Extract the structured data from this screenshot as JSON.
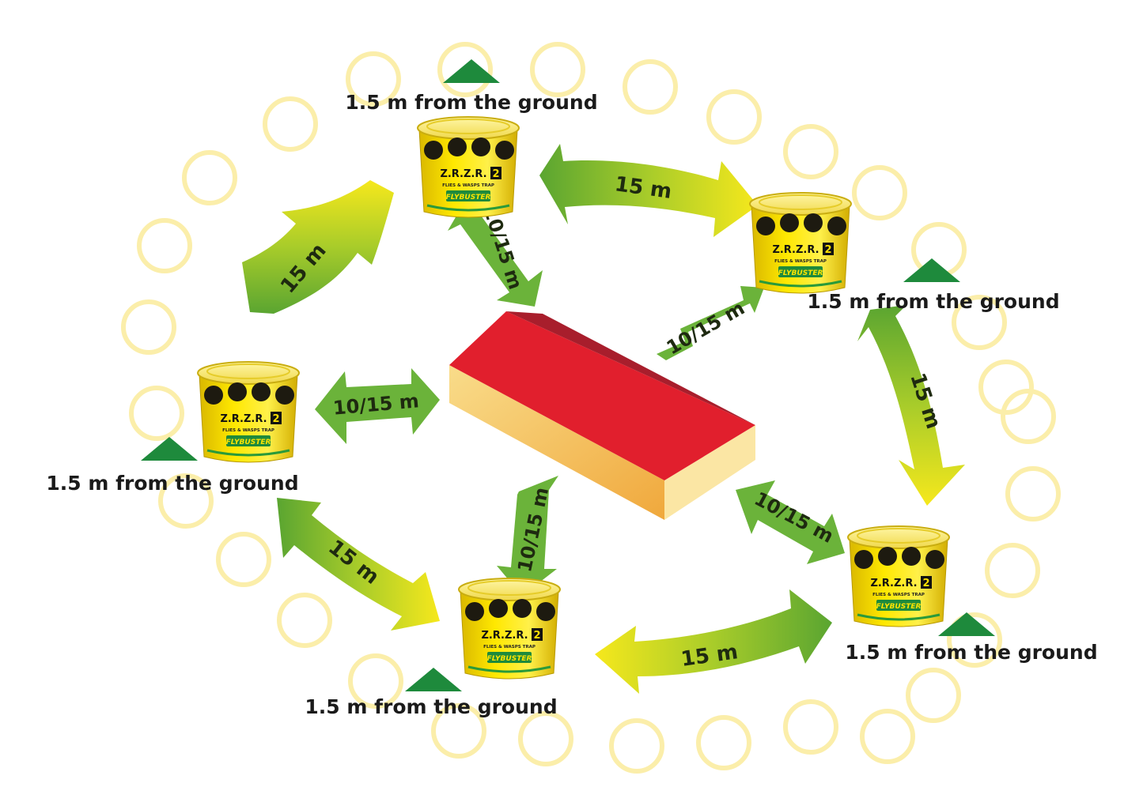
{
  "traps": [
    {
      "brand": "Z.R.Z.R.",
      "number": "2",
      "subtitle": "FLIES & WASPS TRAP",
      "logo": "FLYBUSTER",
      "height_label": "1.5 m from the ground"
    },
    {
      "brand": "Z.R.Z.R.",
      "number": "2",
      "subtitle": "FLIES & WASPS TRAP",
      "logo": "FLYBUSTER",
      "height_label": "1.5 m from the ground"
    },
    {
      "brand": "Z.R.Z.R.",
      "number": "2",
      "subtitle": "FLIES & WASPS TRAP",
      "logo": "FLYBUSTER",
      "height_label": "1.5 m from the ground"
    },
    {
      "brand": "Z.R.Z.R.",
      "number": "2",
      "subtitle": "FLIES & WASPS TRAP",
      "logo": "FLYBUSTER",
      "height_label": "1.5 m from the ground"
    },
    {
      "brand": "Z.R.Z.R.",
      "number": "2",
      "subtitle": "FLIES & WASPS TRAP",
      "logo": "FLYBUSTER",
      "height_label": "1.5 m from the ground"
    }
  ],
  "trap_spacing_arrows": [
    "15 m",
    "15 m",
    "15 m",
    "15 m",
    "15 m"
  ],
  "building_distance_arrows": [
    "10/15 m",
    "10/15 m",
    "10/15 m",
    "10/15 m",
    "10/15 m"
  ],
  "colors": {
    "arrow_green": "#5aa531",
    "arrow_yellow": "#f6e81c",
    "roof_front": "#e11f2d",
    "roof_back": "#a81e2c",
    "wall": "#f6d27a",
    "marker_triangle": "#1e8a3c",
    "ring": "#fbeeaa",
    "bucket": "#ffe000"
  }
}
